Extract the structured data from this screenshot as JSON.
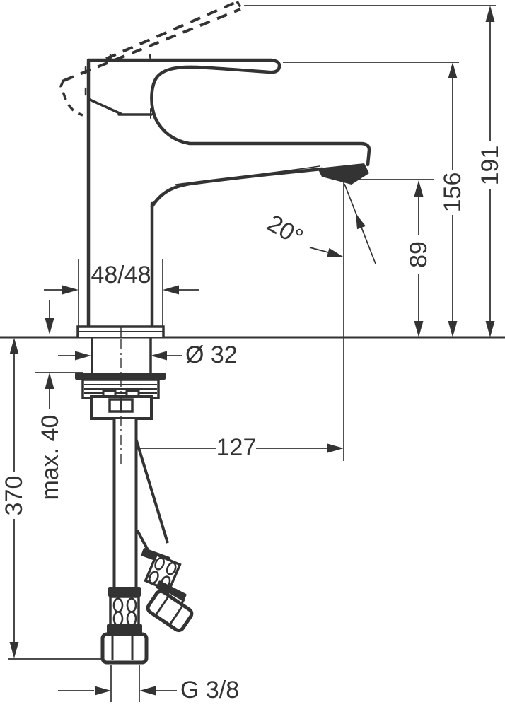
{
  "drawing": {
    "type": "technical-dimension-drawing",
    "subject": "single-lever basin mixer faucet side view with mounting hardware and supply hoses",
    "colors": {
      "line": "#333333",
      "background": "#ffffff"
    },
    "labels": {
      "total_height": "191",
      "handle_height": "156",
      "spout_height": "89",
      "spout_angle": "20°",
      "center_widths": "48/48",
      "hole_diameter": "Ø 32",
      "max_deck_thickness": "max. 40",
      "hose_length": "370",
      "spout_reach": "127",
      "thread_size": "G 3/8"
    }
  }
}
